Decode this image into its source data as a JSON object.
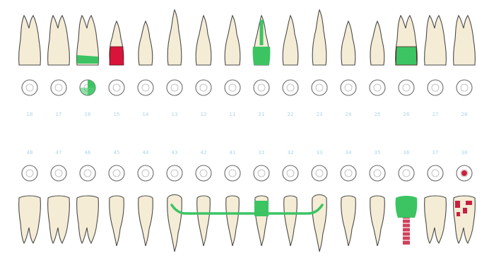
{
  "chart": {
    "upper_numbers": [
      "18",
      "17",
      "16",
      "15",
      "14",
      "13",
      "12",
      "11",
      "21",
      "22",
      "23",
      "24",
      "25",
      "26",
      "27",
      "28"
    ],
    "lower_numbers": [
      "48",
      "47",
      "46",
      "45",
      "44",
      "43",
      "42",
      "41",
      "31",
      "32",
      "33",
      "34",
      "35",
      "36",
      "37",
      "38"
    ],
    "upper_types": [
      "molar",
      "molar",
      "molar",
      "premolar",
      "premolar",
      "canine",
      "incisor",
      "incisor",
      "incisor",
      "incisor",
      "canine",
      "premolar",
      "premolar",
      "molar",
      "molar",
      "molar"
    ],
    "lower_types": [
      "molar",
      "molar",
      "molar",
      "premolar",
      "premolar",
      "canine",
      "incisor",
      "incisor",
      "incisor",
      "incisor",
      "canine",
      "premolar",
      "premolar",
      "molar",
      "molar",
      "molar"
    ],
    "upper_treatments": {
      "16": {
        "type": "partial-filling",
        "color": "#3cc463"
      },
      "15": {
        "type": "crown",
        "color": "#d9143a"
      },
      "21": {
        "type": "post-and-crown",
        "color": "#3cc463"
      },
      "26": {
        "type": "crown",
        "color": "#3cc463"
      }
    },
    "upper_surface_marks": {
      "16": {
        "type": "quarter",
        "color": "#3cc463"
      }
    },
    "lower_treatments": {
      "31": {
        "type": "bridge-pontic",
        "color": "#3cc463"
      },
      "36": {
        "type": "implant-crown",
        "color": "#3cc463",
        "implant_color": "#c8203e"
      },
      "38": {
        "type": "caries",
        "color": "#c8203e"
      }
    },
    "lower_surface_marks": {
      "38": {
        "type": "dot",
        "color": "#c8203e"
      }
    },
    "bridge": {
      "from": "43",
      "to": "33",
      "color": "#3cc463"
    },
    "colors": {
      "tooth_fill": "#f5ecd6",
      "outline": "#4a4a4a",
      "number": "#a9d6e6",
      "green": "#3cc463",
      "red": "#d9143a"
    }
  }
}
